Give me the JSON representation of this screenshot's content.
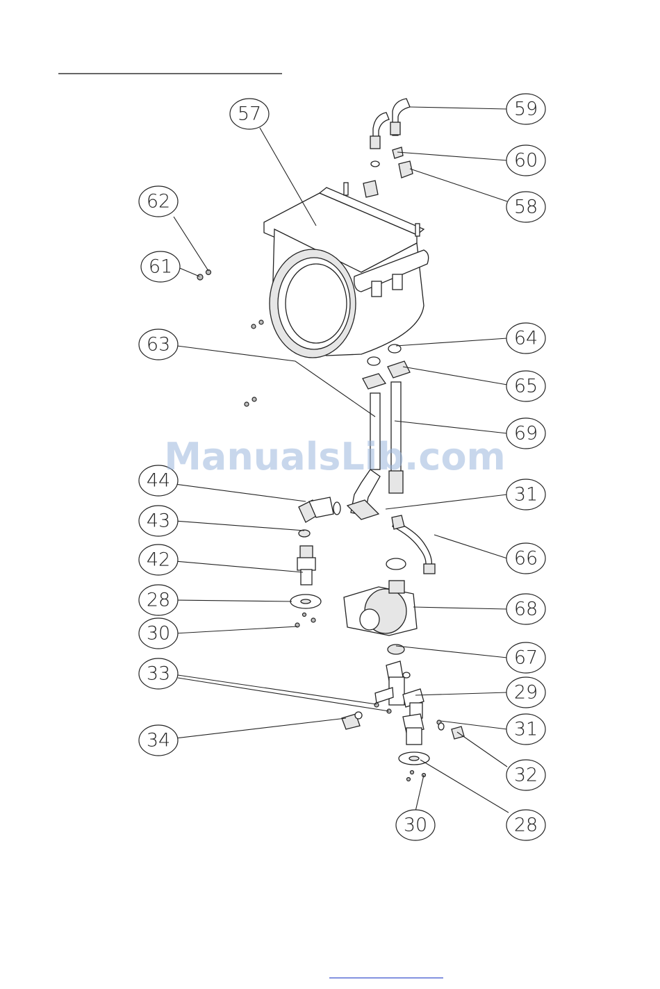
{
  "watermark": "ManualsLib.com",
  "callouts": [
    {
      "label": "57"
    },
    {
      "label": "59"
    },
    {
      "label": "60"
    },
    {
      "label": "58"
    },
    {
      "label": "62"
    },
    {
      "label": "61"
    },
    {
      "label": "63"
    },
    {
      "label": "64"
    },
    {
      "label": "65"
    },
    {
      "label": "69"
    },
    {
      "label": "44"
    },
    {
      "label": "31"
    },
    {
      "label": "43"
    },
    {
      "label": "66"
    },
    {
      "label": "42"
    },
    {
      "label": "28"
    },
    {
      "label": "68"
    },
    {
      "label": "30"
    },
    {
      "label": "67"
    },
    {
      "label": "33"
    },
    {
      "label": "29"
    },
    {
      "label": "31"
    },
    {
      "label": "34"
    },
    {
      "label": "32"
    },
    {
      "label": "30"
    },
    {
      "label": "28"
    }
  ],
  "colors": {
    "line": "#222222",
    "watermark": "#9bb6dc",
    "link": "#5a6fd6"
  }
}
